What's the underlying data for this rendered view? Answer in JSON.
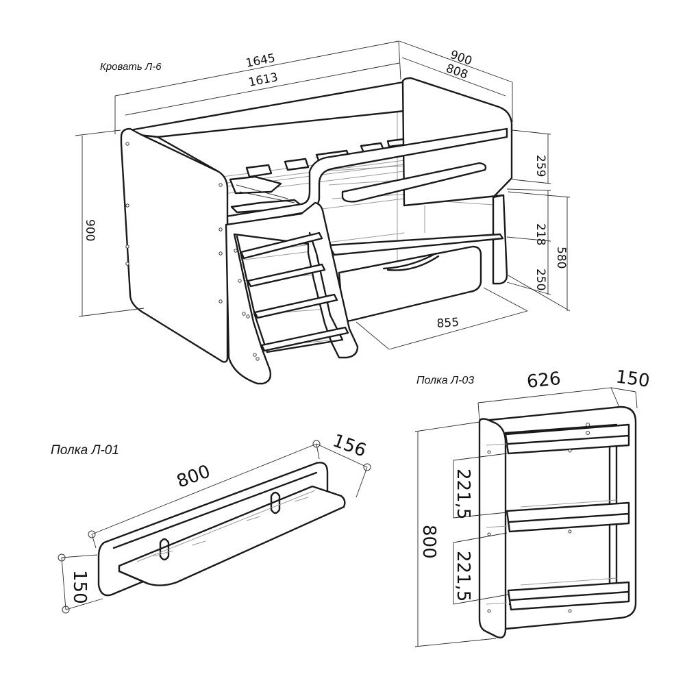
{
  "bed": {
    "title": "Кровать Л-6",
    "dims": {
      "length_outer": "1645",
      "length_inner": "1613",
      "width_outer": "900",
      "width_inner": "808",
      "height": "900",
      "side_height": "259",
      "shelf_gap": "218",
      "frame_height": "580",
      "drawer_height": "250",
      "drawer_length": "855"
    }
  },
  "shelf_l01": {
    "title": "Полка Л-01",
    "dims": {
      "length": "800",
      "depth": "156",
      "height": "150"
    }
  },
  "shelf_l03": {
    "title": "Полка Л-03",
    "dims": {
      "width": "626",
      "depth": "150",
      "height": "800",
      "gap_top": "221,5",
      "gap_bottom": "221,5"
    }
  },
  "colors": {
    "line": "#1a1a1a",
    "hidden": "#9a9a9a",
    "background": "#ffffff"
  }
}
